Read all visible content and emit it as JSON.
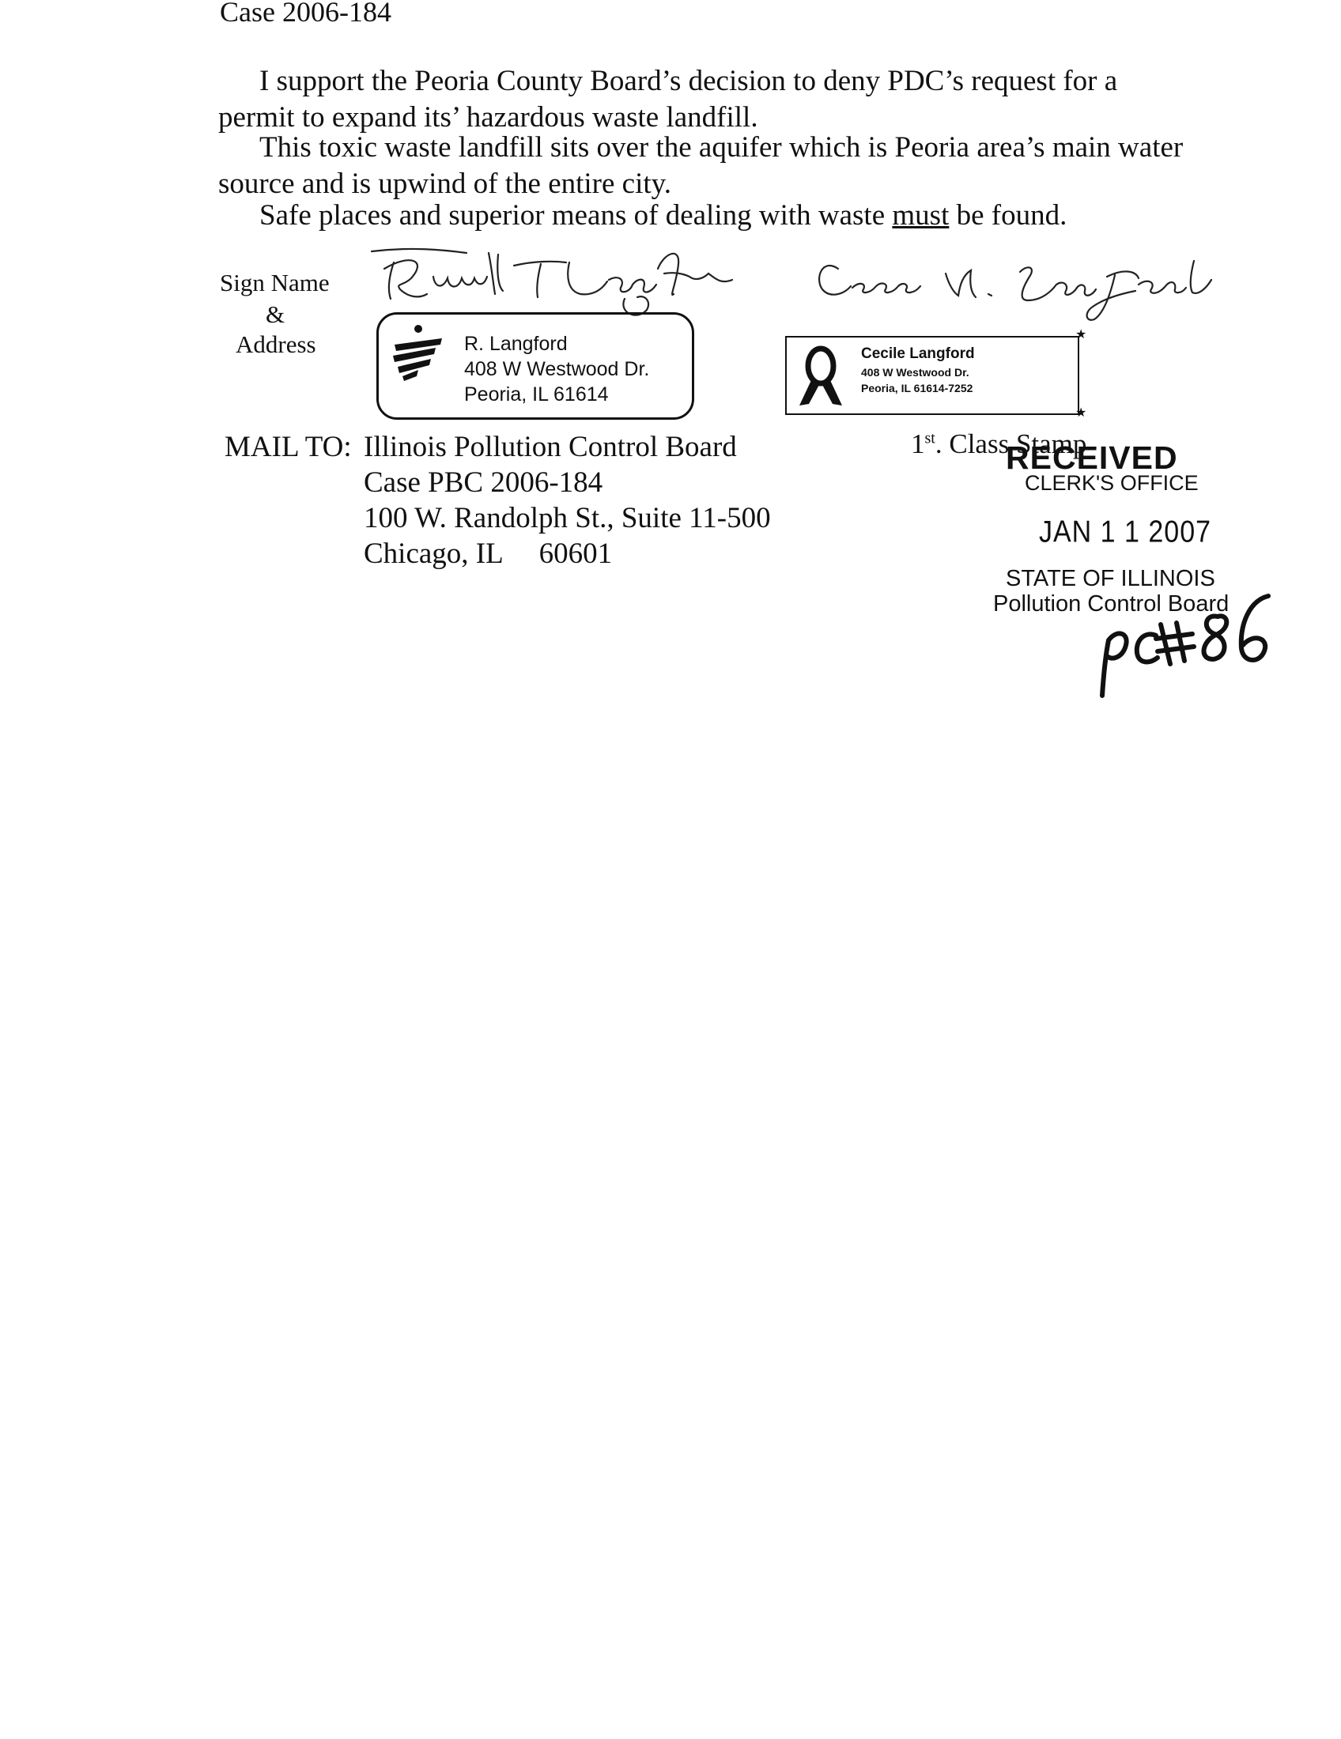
{
  "header": {
    "case": "Case 2006-184"
  },
  "body": {
    "p1": "I support the Peoria County Board’s decision to deny PDC’s request for a permit to expand its’ hazardous waste landfill.",
    "p2": "This toxic waste landfill sits over the aquifer which is Peoria area’s main water source and is upwind of the entire city.",
    "p3_before": "Safe places and superior means of dealing with waste ",
    "p3_underlined": "must",
    "p3_after": " be found."
  },
  "signature_block": {
    "sign_name_label": "Sign Name",
    "amp_label": "&",
    "address_label": "Address",
    "signature_1": "Russell T Langford",
    "signature_2": "Cecile M. Langford",
    "stamp_1": {
      "name": "R. Langford",
      "street": "408 W Westwood Dr.",
      "city": "Peoria, IL  61614"
    },
    "stamp_2": {
      "name": "Cecile Langford",
      "street": "408 W Westwood Dr.",
      "city": "Peoria, IL  61614-7252"
    }
  },
  "mail": {
    "label": "MAIL TO:",
    "line1": "Illinois Pollution Control Board",
    "line2": "Case PBC 2006-184",
    "line3": "100 W. Randolph St., Suite 11-500",
    "line4": "Chicago, IL     60601"
  },
  "postage": {
    "text_num": "1",
    "text_sup": "st",
    "text_rest": ". Class Stamp"
  },
  "received_stamp": {
    "title": "RECEIVED",
    "office": "CLERK'S OFFICE",
    "date": "JAN 1 1 2007",
    "state": "STATE OF ILLINOIS",
    "board": "Pollution Control Board"
  },
  "handwritten_mark": "PC#86"
}
